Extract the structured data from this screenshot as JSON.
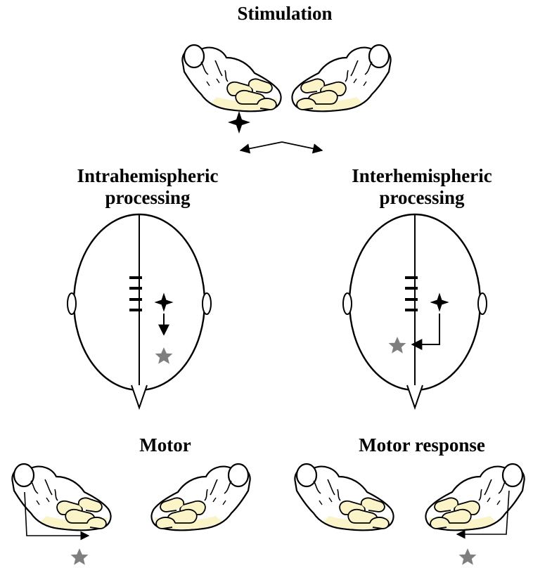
{
  "labels": {
    "stimulation": "Stimulation",
    "intra_line1": "Intrahemispheric",
    "intra_line2": "processing",
    "inter_line1": "Interhemispheric",
    "inter_line2": "processing",
    "motor_left": "Motor",
    "motor_right": "Motor response"
  },
  "colors": {
    "line": "#000000",
    "palm_fill": "#fbf4c8",
    "star": "#7f7f7f",
    "background": "#ffffff"
  },
  "icons": {
    "stimulus": "four-point-star-icon",
    "response": "star-icon",
    "hand": "open-hand-icon",
    "head": "head-top-view-icon"
  }
}
